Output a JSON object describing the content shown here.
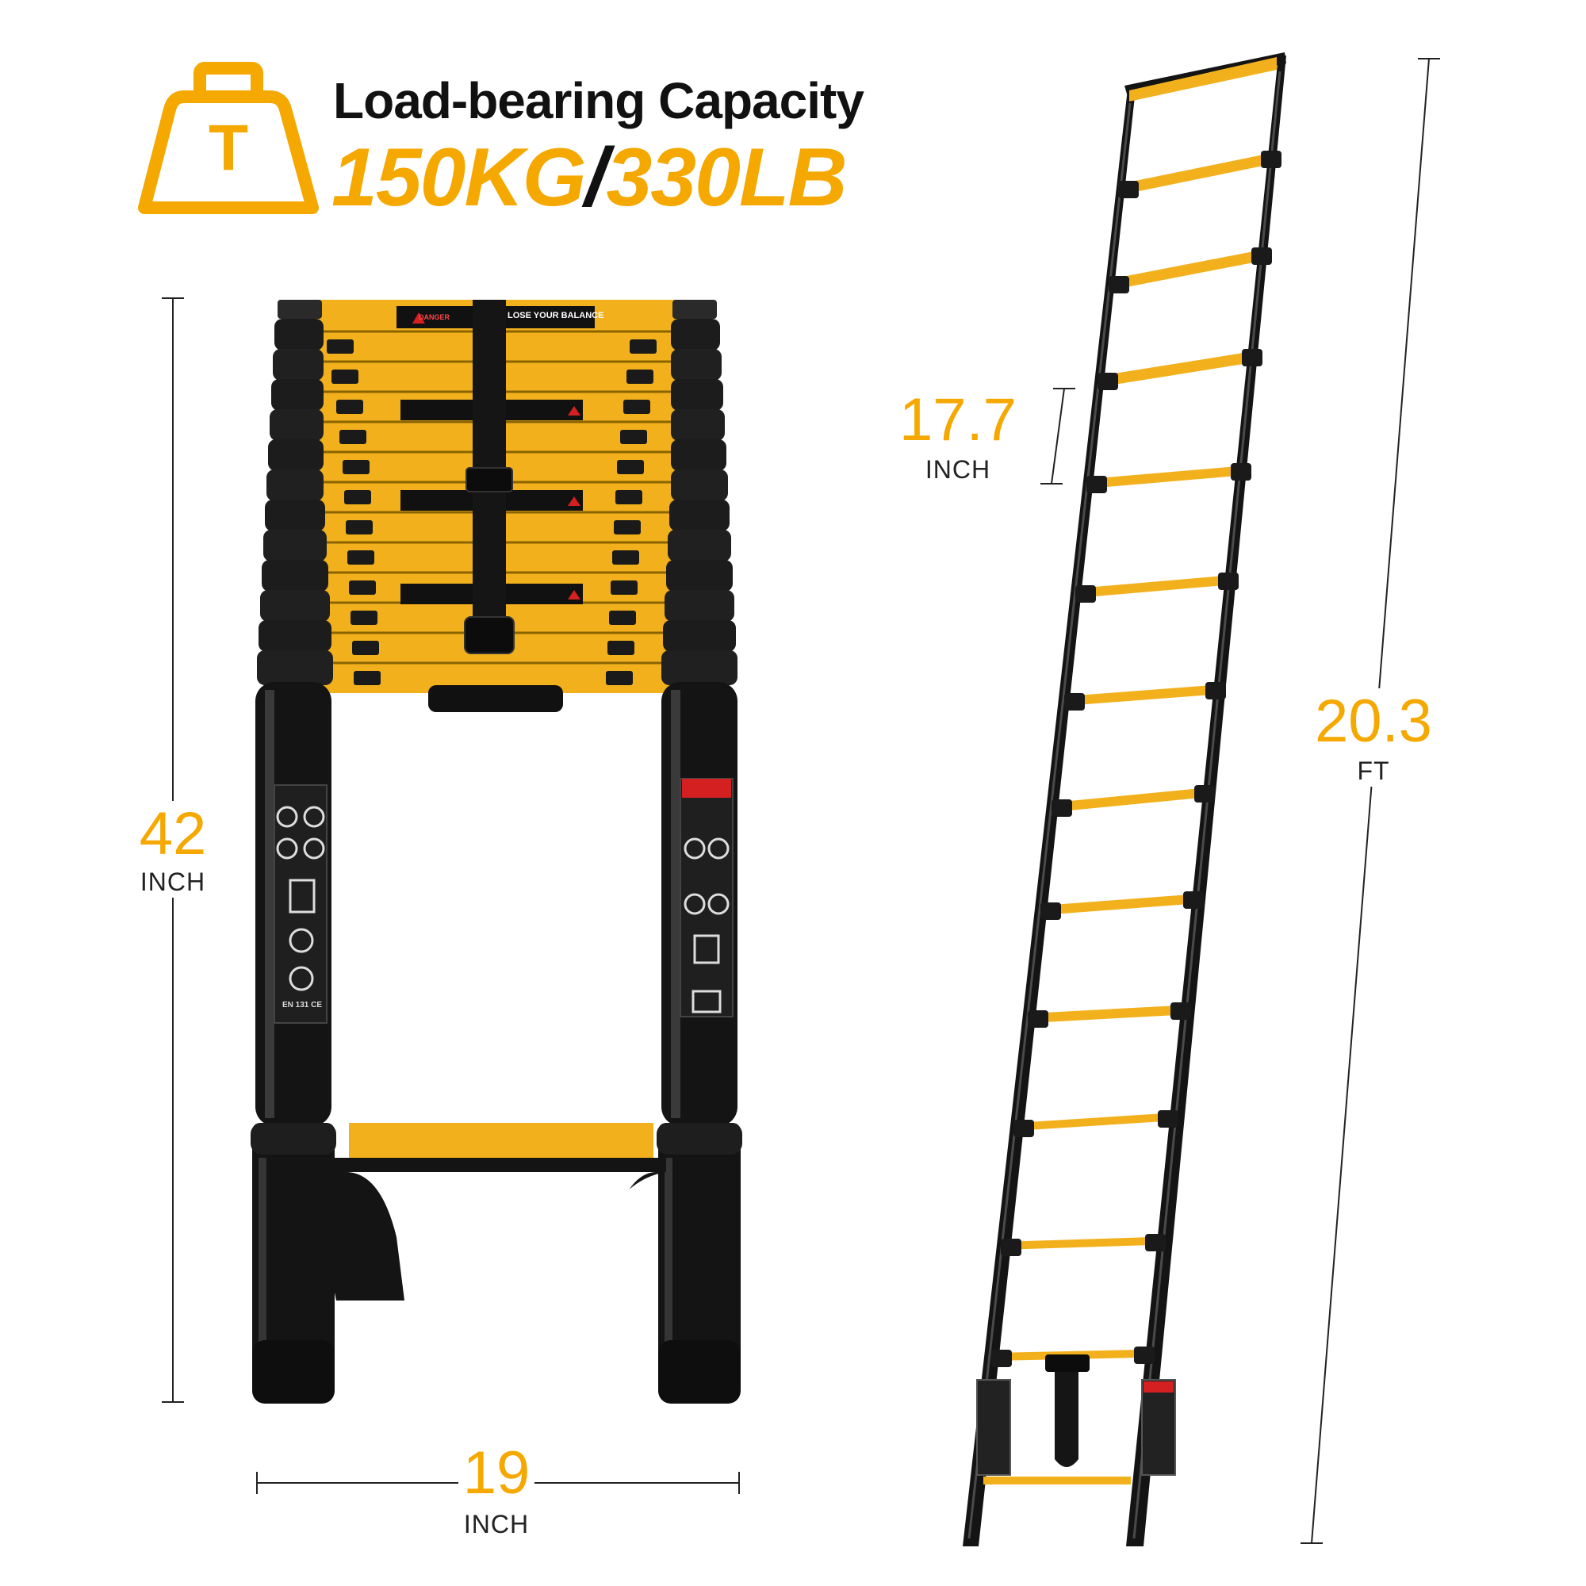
{
  "capacity": {
    "title": "Load-bearing Capacity",
    "value_kg": "150KG",
    "slash": "/",
    "value_lb": "330LB",
    "icon_letter": "T"
  },
  "dimensions": {
    "height": {
      "value": "42",
      "unit": "INCH"
    },
    "width": {
      "value": "19",
      "unit": "INCH"
    },
    "rung_spacing": {
      "value": "17.7",
      "unit": "INCH"
    },
    "extended_length": {
      "value": "20.3",
      "unit": "FT"
    }
  },
  "labels": {
    "danger": "DANGER",
    "balance": "LOSE YOUR BALANCE",
    "certification": "EN 131 CE"
  },
  "colors": {
    "accent": "#F5A800",
    "rung": "#F2B11C",
    "frame": "#141414",
    "text": "#111111"
  }
}
